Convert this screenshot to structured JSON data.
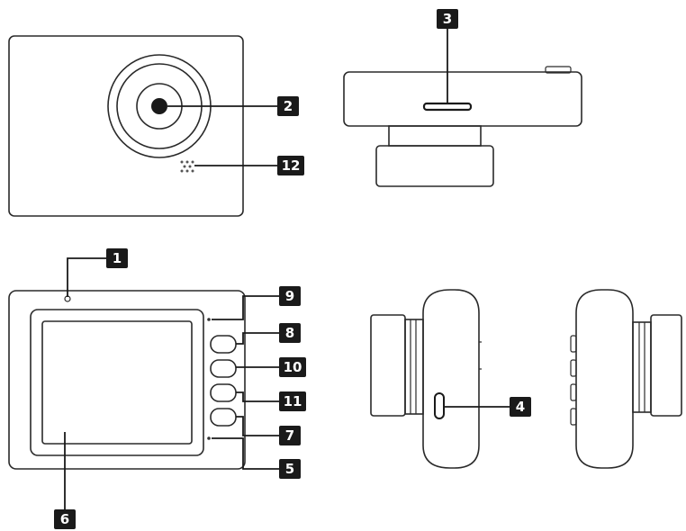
{
  "header_fragment": "",
  "callouts": {
    "c1": "1",
    "c2": "2",
    "c3": "3",
    "c4": "4",
    "c5": "5",
    "c6": "6",
    "c7": "7",
    "c8": "8",
    "c9": "9",
    "c10": "10",
    "c11": "11",
    "c12": "12"
  }
}
